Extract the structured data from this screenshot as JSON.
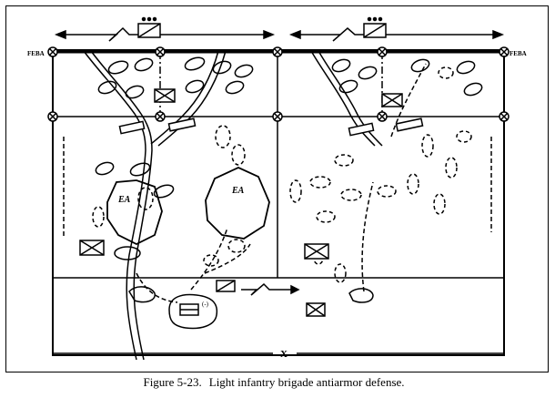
{
  "figure": {
    "number": "Figure 5-23.",
    "title": "Light infantry brigade antiarmor defense."
  },
  "map_labels": {
    "feba_left": "FEBA",
    "feba_right": "FEBA",
    "ea_left": "EA",
    "ea_center": "EA",
    "rear_boundary": "X",
    "hq_designation": "(-)"
  },
  "colors": {
    "ink": "#000000",
    "paper": "#ffffff"
  },
  "symbols": [
    "infantry-unit-icon",
    "antiarmor-unit-icon",
    "obstacle-marker-icon",
    "road-icon",
    "boundary-line-icon",
    "fighting-position-icon"
  ]
}
